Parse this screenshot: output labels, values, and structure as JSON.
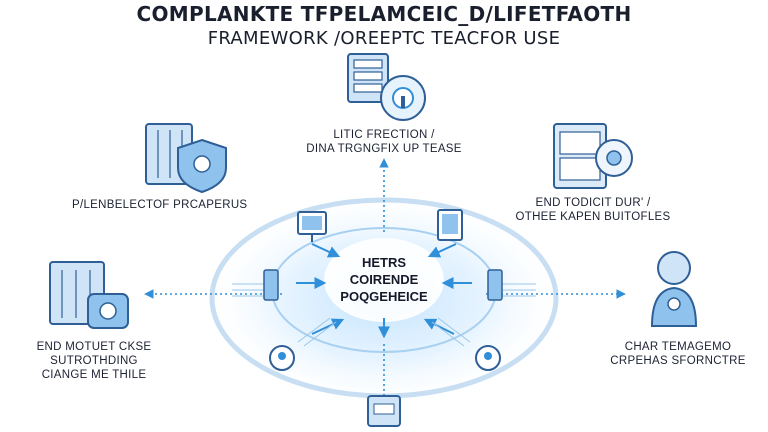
{
  "title": {
    "line1": "COMPLANKTE TFPELAMCEIC_D/LIFETFAOTH",
    "line2": "FRAMEWORK /OREEPTC TEACFOR USE"
  },
  "center": {
    "line1": "HETRS",
    "line2": "COIRENDE",
    "line3": "POQGEHEICE"
  },
  "nodes": {
    "top": {
      "line1": "LITIC FRECTION /",
      "line2": "DINA TRGNGFIX UP TEASE"
    },
    "left_upper": {
      "line1": "P/LENBELECTOF PRCAPERUS"
    },
    "right_upper": {
      "line1": "END TODICIT DUR' /",
      "line2": "OTHEE KAPEN BUITOFLES"
    },
    "left_lower": {
      "line1": "END MOTUET CKSE",
      "line2": "SUTROTHDING",
      "line3": "CIANGE ME THILE"
    },
    "right_lower": {
      "line1": "CHAR TEMAGEMO",
      "line2": "CRPEHAS SFORNCTRE"
    }
  },
  "colors": {
    "accent": "#2f8fd8",
    "icon_fill": "#cfe4f7",
    "icon_stroke": "#2f5f97",
    "glow": "#dcefff"
  }
}
